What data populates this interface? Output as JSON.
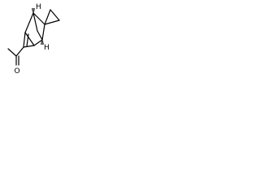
{
  "molecule": {
    "atoms": {
      "oxygen": "O",
      "hydrogen_top": "H",
      "hydrogen_bottom": "H"
    },
    "colors": {
      "bond": "#000000",
      "background": "#ffffff"
    }
  }
}
